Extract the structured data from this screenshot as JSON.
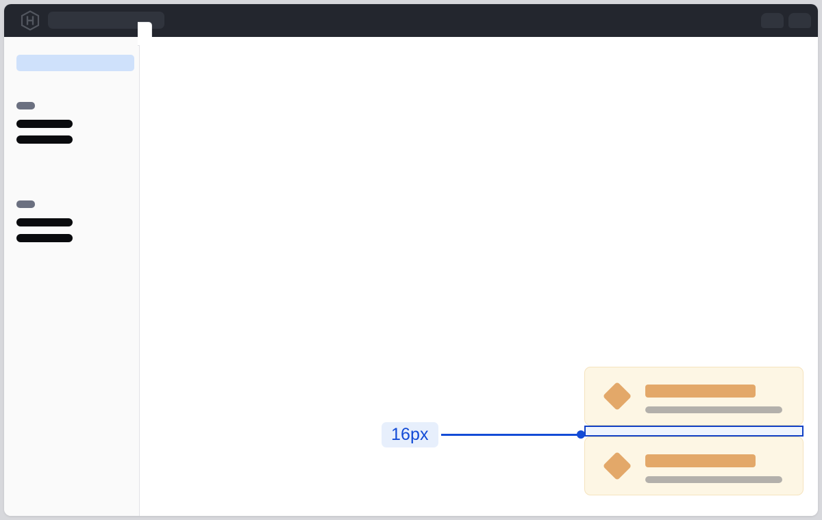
{
  "window": {
    "background_color": "#d7d8dc",
    "surface_color": "#ffffff"
  },
  "top_bar": {
    "background_color": "#23262e",
    "logo_name": "hashicorp-hexagon-logo",
    "search": {
      "name": "global-search-input",
      "value": "",
      "placeholder": ""
    },
    "actions": [
      {
        "name": "top-action-one",
        "label": ""
      },
      {
        "name": "top-action-two",
        "label": ""
      }
    ]
  },
  "sidebar": {
    "background_color": "#fafafa",
    "border_color": "#e1e2e6",
    "active_item": {
      "name": "sidebar-active-item",
      "label": "",
      "highlight_color": "#cfe1fb"
    },
    "groups": [
      {
        "label": "",
        "items": [
          {
            "label": ""
          },
          {
            "label": ""
          }
        ]
      },
      {
        "label": "",
        "items": [
          {
            "label": ""
          },
          {
            "label": ""
          }
        ]
      }
    ],
    "edge_notch_label": ""
  },
  "main": {
    "measured_list": {
      "cards": [
        {
          "icon": "diamond-icon",
          "title": "",
          "subtitle": ""
        },
        {
          "icon": "diamond-icon",
          "title": "",
          "subtitle": ""
        }
      ],
      "gap": {
        "label": "16px",
        "value": 16,
        "unit": "px",
        "fill_color": "#eef4fe",
        "stroke_color": "#0f3fc4"
      }
    },
    "annotation": {
      "badge_label": "16px",
      "badge_background": "#e7effc",
      "badge_text_color": "#134bd6",
      "leader_color": "#134bd6"
    },
    "card_colors": {
      "background": "#fdf6e4",
      "border": "#f5e3bd",
      "accent": "#e3a869",
      "muted": "#b3b0ab"
    }
  }
}
